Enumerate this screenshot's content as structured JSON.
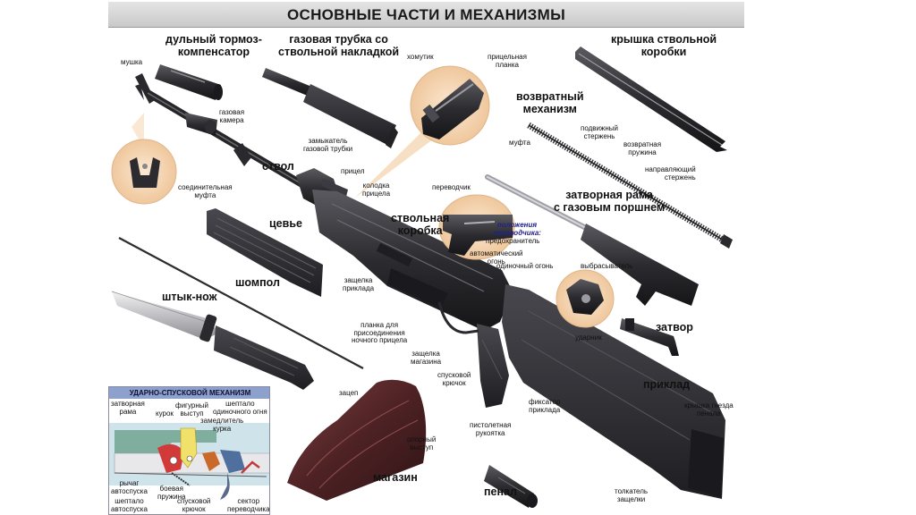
{
  "poster": {
    "title": "ОСНОВНЫЕ ЧАСТИ И МЕХАНИЗМЫ"
  },
  "labels": {
    "muzzle_brake": "дульный тормоз-\nкомпенсатор",
    "gas_tube": "газовая трубка со\nствольной накладкой",
    "receiver_cover": "крышка ствольной\nкоробки",
    "front_sight": "мушка",
    "gas_chamber": "газовая\nкамера",
    "clamp": "хомутик",
    "sight_leaf": "прицельная\nпланка",
    "recoil_mechanism": "возвратный\nмеханизм",
    "gas_tube_lock": "замыкатель\nгазовой трубки",
    "moving_rod": "подвижный\nстержень",
    "recoil_spring": "возвратная\nпружина",
    "coupling": "муфта",
    "guide_rod": "направляющий\nстержень",
    "barrel": "ствол",
    "rear_sight": "прицел",
    "sight_block": "колодка\nприцела",
    "connecting_coupling": "соединительная\nмуфта",
    "selector": "переводчик",
    "bolt_carrier": "затворная рама\nс газовым поршнем",
    "handguard": "цевье",
    "receiver": "ствольная\nкоробка",
    "selector_positions": "положения\nпереводчика:",
    "safety": "предохранитель",
    "auto_fire": "автоматический\nогонь",
    "single_fire": "одиночный огонь",
    "ejector": "выбрасыватель",
    "cleaning_rod": "шомпол",
    "stock_latch": "защелка\nприклада",
    "bayonet": "штык-нож",
    "night_sight_rail": "планка для\nприсоединения\nночного прицела",
    "bolt": "затвор",
    "firing_pin": "ударник",
    "magazine_latch": "защелка\nмагазина",
    "trigger": "спусковой\nкрючок",
    "stock": "приклад",
    "stock_lock": "фиксатор\nприклада",
    "catch": "зацеп",
    "support_ledge": "опорный\nвыступ",
    "pistol_grip": "пистолетная\nрукоятка",
    "kit_cover": "крышка гнезда\nпенала",
    "magazine": "магазин",
    "kit_case": "пенал",
    "latch_pusher": "толкатель\nзащелки"
  },
  "fire_mechanism": {
    "title": "УДАРНО-СПУСКОВОЙ МЕХАНИЗМ",
    "bolt_frame": "затворная\nрама",
    "hammer": "курок",
    "shaped_ledge": "фигурный\nвыступ",
    "single_sear": "шептало\nодиночного огня",
    "retarder": "замедлитель\nкурка",
    "auto_lever": "рычаг\nавтоспуска",
    "mainspring": "боевая\nпружина",
    "auto_sear": "шептало\nавтоспуска",
    "trigger": "спусковой\nкрючок",
    "selector_sector": "сектор\nпереводчика"
  },
  "colors": {
    "metal_dark": "#2a2a2e",
    "metal_mid": "#4a4a50",
    "magazine_brown": "#5a2a2c",
    "callout_bg": "#f6d9b8",
    "title_bar": "#d4d4d4",
    "panel_header": "#8da1cf"
  }
}
